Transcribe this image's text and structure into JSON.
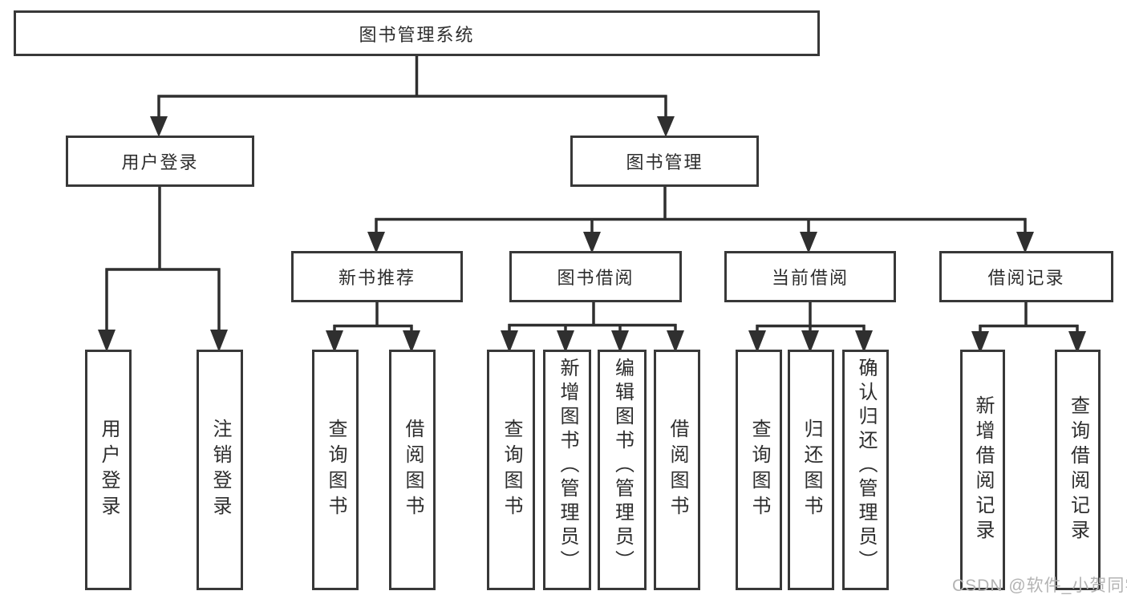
{
  "diagram": {
    "root": {
      "label": "图书管理系统"
    },
    "user_login": {
      "label": "用户登录",
      "children": [
        {
          "label": "用户登录"
        },
        {
          "label": "注销登录"
        }
      ]
    },
    "book_management": {
      "label": "图书管理",
      "children": {
        "new_book_recommend": {
          "label": "新书推荐",
          "children": [
            {
              "label": "查询图书"
            },
            {
              "label": "借阅图书"
            }
          ]
        },
        "book_borrowing": {
          "label": "图书借阅",
          "children": [
            {
              "label": "查询图书"
            },
            {
              "label": "新增图书（管理员）"
            },
            {
              "label": "编辑图书（管理员）"
            },
            {
              "label": "借阅图书"
            }
          ]
        },
        "current_borrowing": {
          "label": "当前借阅",
          "children": [
            {
              "label": "查询图书"
            },
            {
              "label": "归还图书"
            },
            {
              "label": "确认归还（管理员）"
            }
          ]
        },
        "borrowing_records": {
          "label": "借阅记录",
          "children": [
            {
              "label": "新增借阅记录"
            },
            {
              "label": "查询借阅记录"
            }
          ]
        }
      }
    }
  },
  "watermark": {
    "text": "CSDN @软件_小贺同学"
  },
  "colors": {
    "line": "#2f2f2f",
    "border": "#383838",
    "text": "#2d2d2d",
    "watermark": "#b3b3b3",
    "background": "#ffffff"
  }
}
